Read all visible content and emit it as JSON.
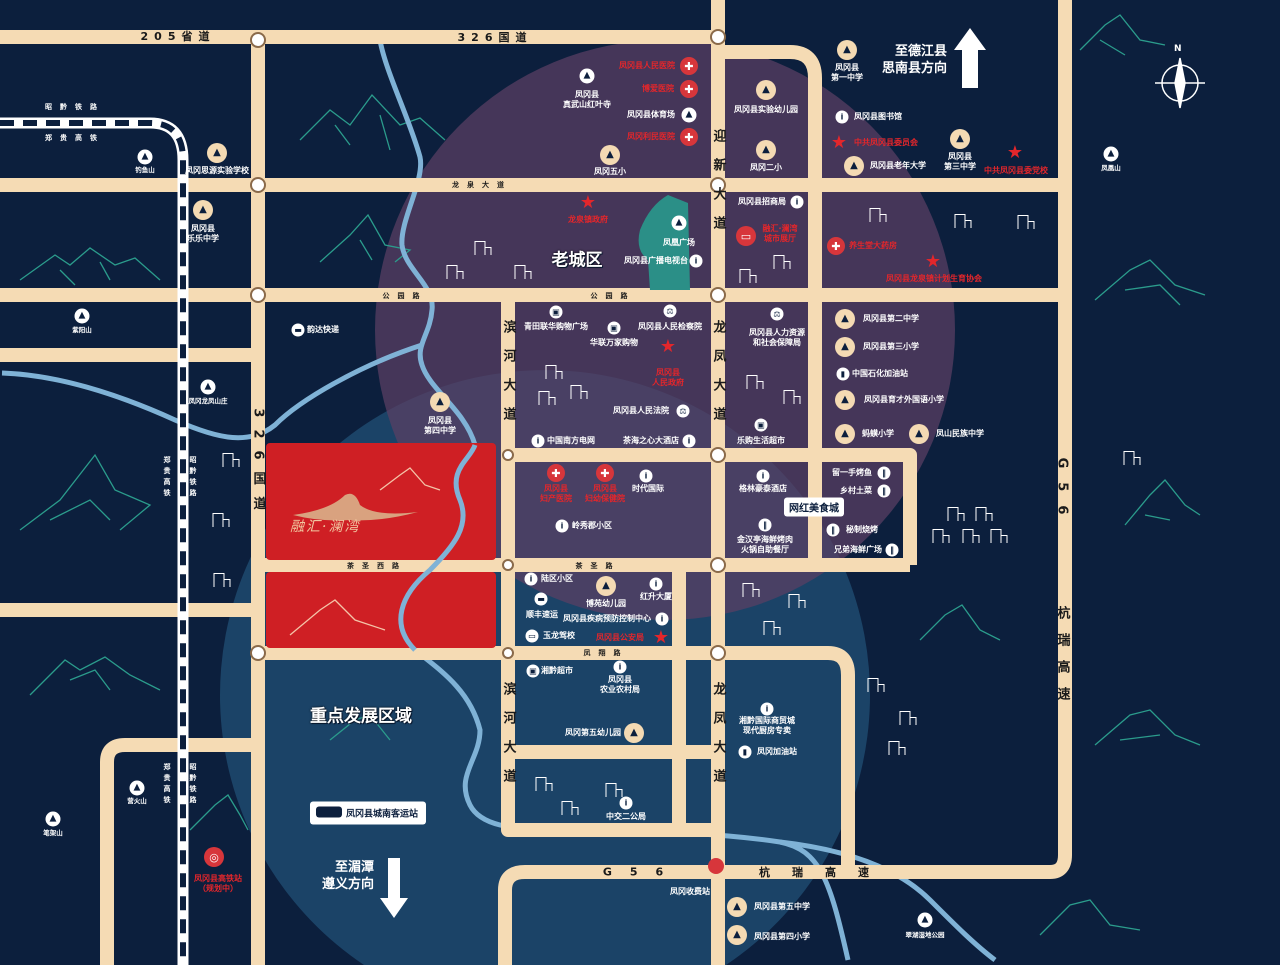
{
  "districts": {
    "old_city": "老城区",
    "key_area": "重点发展区域"
  },
  "directions": {
    "north": "至德江县\n思南县方向",
    "south": "至湄潭\n遵义方向",
    "compass": "N"
  },
  "project_logo": "融汇·澜湾",
  "highlights": {
    "food_city": "网红美食城",
    "bus_station": "凤冈县城南客运站"
  },
  "roads": {
    "provincial_205": "205省道",
    "national_326": "326国道",
    "longquan": "龙泉大道",
    "gongyuan": "公园路",
    "yingxin": "迎新大道",
    "binhe": "滨河大道",
    "longfeng": "龙凤大道",
    "national_326_v": "326国道",
    "chasheng_west": "茶圣西路",
    "chasheng": "茶圣路",
    "fengxiang": "凤翔路",
    "g56": "G56",
    "hangrui": "杭瑞高速",
    "zhaoqian_rail": "昭黔铁路",
    "zhenggui_hsr": "郑贵高铁"
  },
  "colors": {
    "background": "#0c1f3d",
    "road": "#f5dbb4",
    "project": "#cf1f24",
    "river": "#7fb2d6",
    "accent_red": "#e3262b",
    "old_city": "#4a3552",
    "key_area": "#1e4a6e"
  },
  "pois": [
    {
      "label": "凤冈县人民医院",
      "icon": "hospital",
      "tone": "red"
    },
    {
      "label": "博爱医院",
      "icon": "hospital",
      "tone": "red"
    },
    {
      "label": "凤冈县体育场",
      "icon": "mountain",
      "tone": "white"
    },
    {
      "label": "凤冈利民医院",
      "icon": "hospital",
      "tone": "red"
    },
    {
      "label": "凤冈县\n真武山红叶寺",
      "icon": "mountain",
      "tone": "white"
    },
    {
      "label": "凤冈五小",
      "icon": "school",
      "tone": "white"
    },
    {
      "label": "凤冈县实验幼儿园",
      "icon": "school",
      "tone": "white"
    },
    {
      "label": "凤冈二小",
      "icon": "school",
      "tone": "white"
    },
    {
      "label": "凤冈县\n第一中学",
      "icon": "school",
      "tone": "white"
    },
    {
      "label": "凤冈县图书馆",
      "icon": "info",
      "tone": "white"
    },
    {
      "label": "中共凤冈县委员会",
      "icon": "star",
      "tone": "red"
    },
    {
      "label": "凤冈县老年大学",
      "icon": "school",
      "tone": "white"
    },
    {
      "label": "凤冈县\n第三中学",
      "icon": "school",
      "tone": "white"
    },
    {
      "label": "中共凤冈县委党校",
      "icon": "star",
      "tone": "red"
    },
    {
      "label": "凤冈县招商局",
      "icon": "info",
      "tone": "white"
    },
    {
      "label": "融汇·澜湾\n城市展厅",
      "icon": "gallery",
      "tone": "red"
    },
    {
      "label": "养生堂大药房",
      "icon": "hospital",
      "tone": "red"
    },
    {
      "label": "凤冈县龙泉镇计划生育协会",
      "icon": "star",
      "tone": "red"
    },
    {
      "label": "龙泉镇政府",
      "icon": "star",
      "tone": "red"
    },
    {
      "label": "凤凰广场",
      "icon": "mountain",
      "tone": "white"
    },
    {
      "label": "凤冈县广播电视台",
      "icon": "info",
      "tone": "white"
    },
    {
      "label": "钓鱼山",
      "icon": "mountain",
      "tone": "small"
    },
    {
      "label": "凤冈思源实验学校",
      "icon": "school",
      "tone": "white"
    },
    {
      "label": "凤冈县\n乐乐中学",
      "icon": "school",
      "tone": "white"
    },
    {
      "label": "紫阳山",
      "icon": "mountain",
      "tone": "small"
    },
    {
      "label": "凤冈龙凤山庄",
      "icon": "mountain",
      "tone": "small"
    },
    {
      "label": "韵达快递",
      "icon": "truck",
      "tone": "white"
    },
    {
      "label": "凤冈县\n第四中学",
      "icon": "school",
      "tone": "white"
    },
    {
      "label": "凤凰山",
      "icon": "mountain",
      "tone": "small"
    },
    {
      "label": "青田联华购物广场",
      "icon": "shop",
      "tone": "white"
    },
    {
      "label": "华联万家购物",
      "icon": "shop",
      "tone": "white"
    },
    {
      "label": "凤冈县人民检察院",
      "icon": "justice",
      "tone": "white"
    },
    {
      "label": "凤冈县\n人民政府",
      "icon": "star",
      "tone": "red"
    },
    {
      "label": "凤冈县人民法院",
      "icon": "justice",
      "tone": "white"
    },
    {
      "label": "中国南方电网",
      "icon": "info",
      "tone": "white"
    },
    {
      "label": "茶海之心大酒店",
      "icon": "info",
      "tone": "white"
    },
    {
      "label": "凤冈县人力资源\n和社会保障局",
      "icon": "justice",
      "tone": "white"
    },
    {
      "label": "乐购生活超市",
      "icon": "shop",
      "tone": "white"
    },
    {
      "label": "凤冈县第二中学",
      "icon": "school",
      "tone": "white"
    },
    {
      "label": "凤冈县第三小学",
      "icon": "school",
      "tone": "white"
    },
    {
      "label": "中国石化加油站",
      "icon": "fuel",
      "tone": "white"
    },
    {
      "label": "凤冈县育才外国语小学",
      "icon": "school",
      "tone": "white"
    },
    {
      "label": "蚂蟥小学",
      "icon": "school",
      "tone": "white"
    },
    {
      "label": "凤山民族中学",
      "icon": "school",
      "tone": "white"
    },
    {
      "label": "凤冈县\n妇产医院",
      "icon": "hospital",
      "tone": "red"
    },
    {
      "label": "凤冈县\n妇幼保健院",
      "icon": "hospital",
      "tone": "red"
    },
    {
      "label": "时代国际",
      "icon": "info",
      "tone": "white"
    },
    {
      "label": "岭秀郡小区",
      "icon": "info",
      "tone": "white"
    },
    {
      "label": "格林豪泰酒店",
      "icon": "info",
      "tone": "white"
    },
    {
      "label": "金汉亭海鲜烤肉\n火锅自助餐厅",
      "icon": "food",
      "tone": "white"
    },
    {
      "label": "留一手烤鱼",
      "icon": "food",
      "tone": "white"
    },
    {
      "label": "乡村土菜",
      "icon": "food",
      "tone": "white"
    },
    {
      "label": "秘制烧烤",
      "icon": "food",
      "tone": "white"
    },
    {
      "label": "兄弟海鲜广场",
      "icon": "food",
      "tone": "white"
    },
    {
      "label": "陆区小区",
      "icon": "info",
      "tone": "white"
    },
    {
      "label": "博苑幼儿园",
      "icon": "school",
      "tone": "white"
    },
    {
      "label": "红升大厦",
      "icon": "info",
      "tone": "white"
    },
    {
      "label": "顺丰速运",
      "icon": "truck",
      "tone": "white"
    },
    {
      "label": "凤冈县疾病预防控制中心",
      "icon": "info",
      "tone": "white"
    },
    {
      "label": "玉龙驾校",
      "icon": "bus",
      "tone": "white"
    },
    {
      "label": "凤冈县公安局",
      "icon": "star",
      "tone": "red"
    },
    {
      "label": "湘黔超市",
      "icon": "shop",
      "tone": "white"
    },
    {
      "label": "凤冈县\n农业农村局",
      "icon": "info",
      "tone": "white"
    },
    {
      "label": "凤冈第五幼儿园",
      "icon": "school",
      "tone": "white"
    },
    {
      "label": "中交二公局",
      "icon": "info",
      "tone": "white"
    },
    {
      "label": "湘黔国际商贸城\n现代厨房专卖",
      "icon": "info",
      "tone": "white"
    },
    {
      "label": "凤冈加油站",
      "icon": "fuel",
      "tone": "white"
    },
    {
      "label": "凤冈收费站",
      "icon": "toll",
      "tone": "white"
    },
    {
      "label": "凤冈县第五中学",
      "icon": "school",
      "tone": "white"
    },
    {
      "label": "凤冈县第四小学",
      "icon": "school",
      "tone": "white"
    },
    {
      "label": "翠湖湿地公园",
      "icon": "mountain",
      "tone": "small"
    },
    {
      "label": "营火山",
      "icon": "mountain",
      "tone": "small"
    },
    {
      "label": "笔架山",
      "icon": "mountain",
      "tone": "small"
    },
    {
      "label": "凤冈县高铁站\n（规划中）",
      "icon": "rail",
      "tone": "red"
    }
  ]
}
